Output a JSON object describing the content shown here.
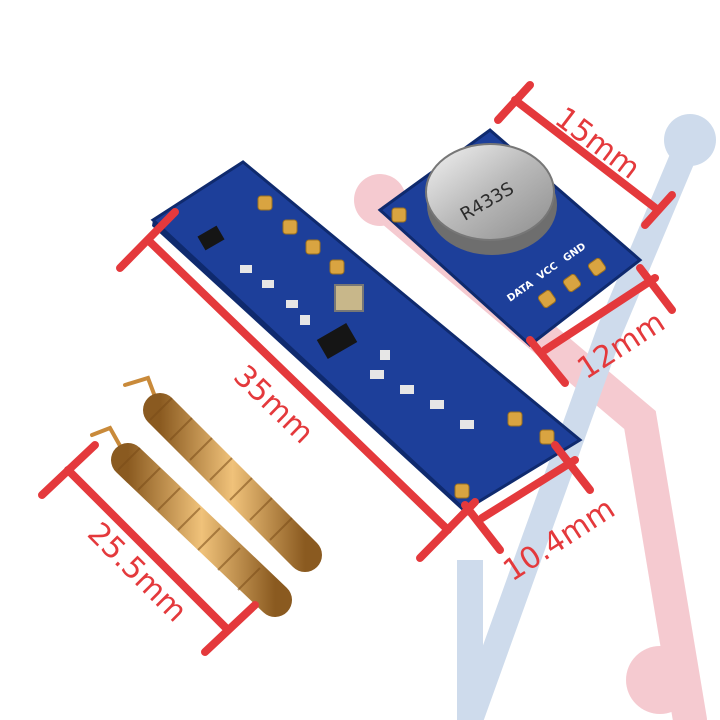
{
  "dimensions": {
    "rx_length": "35mm",
    "rx_width": "10.4mm",
    "tx_length": "15mm",
    "tx_width": "12mm",
    "antenna_length": "25.5mm"
  },
  "labels": {
    "can_marking": "R433S",
    "pin_data": "DATA",
    "pin_vcc": "VCC",
    "pin_gnd": "GND"
  },
  "colors": {
    "dimension_red": "#e4393c",
    "pcb_blue": "#1d3f9a",
    "pad_gold": "#d9a441",
    "antenna_copper": "#c98a3a",
    "watermark_pink": "#f5c5cc",
    "watermark_blue": "#c9d8ea"
  }
}
